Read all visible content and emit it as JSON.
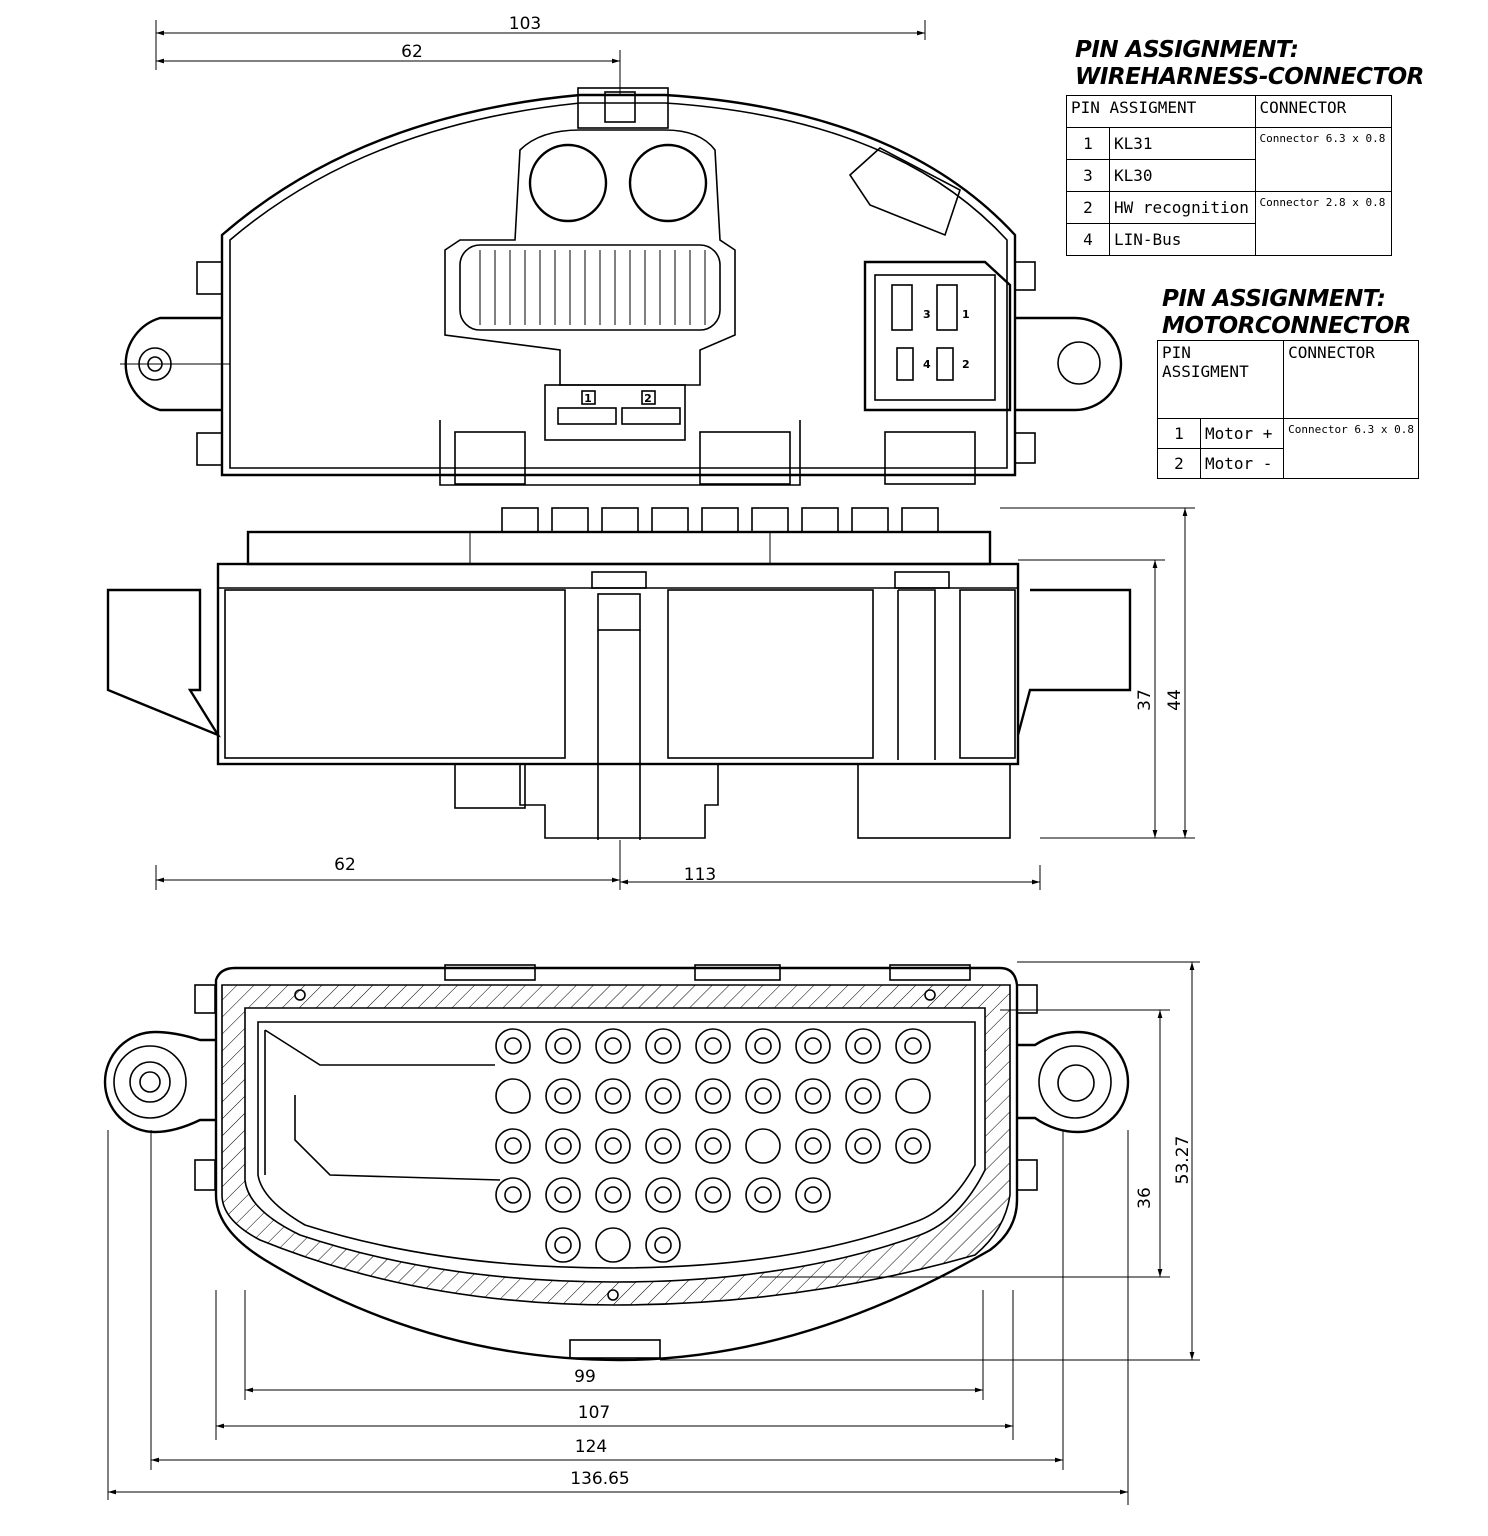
{
  "dimensions": {
    "top_103": "103",
    "top_62": "62",
    "mid_62": "62",
    "mid_113": "113",
    "side_37": "37",
    "side_44": "44",
    "bottom_36": "36",
    "bottom_53_27": "53.27",
    "bottom_99": "99",
    "bottom_107": "107",
    "bottom_124": "124",
    "bottom_136_65": "136.65"
  },
  "connector_pin_labels": [
    "1",
    "2"
  ],
  "motor_pin_labels": [
    "3",
    "1",
    "4",
    "2"
  ],
  "wireharness": {
    "title_line1": "PIN ASSIGNMENT:",
    "title_line2": "WIREHARNESS-CONNECTOR",
    "header_pin": "PIN ASSIGMENT",
    "header_connector": "CONNECTOR",
    "rows": [
      {
        "pin": "1",
        "function": "KL31"
      },
      {
        "pin": "3",
        "function": "KL30"
      },
      {
        "pin": "2",
        "function": "HW recognition"
      },
      {
        "pin": "4",
        "function": "LIN-Bus"
      }
    ],
    "connector_a": "Connector 6.3 x 0.8",
    "connector_b": "Connector 2.8 x 0.8"
  },
  "motorconnector": {
    "title_line1": "PIN ASSIGNMENT:",
    "title_line2": "MOTORCONNECTOR",
    "header_pin": "PIN ASSIGMENT",
    "header_connector": "CONNECTOR",
    "rows": [
      {
        "pin": "1",
        "function": "Motor +"
      },
      {
        "pin": "2",
        "function": "Motor -"
      }
    ],
    "connector": "Connector 6.3 x 0.8"
  }
}
